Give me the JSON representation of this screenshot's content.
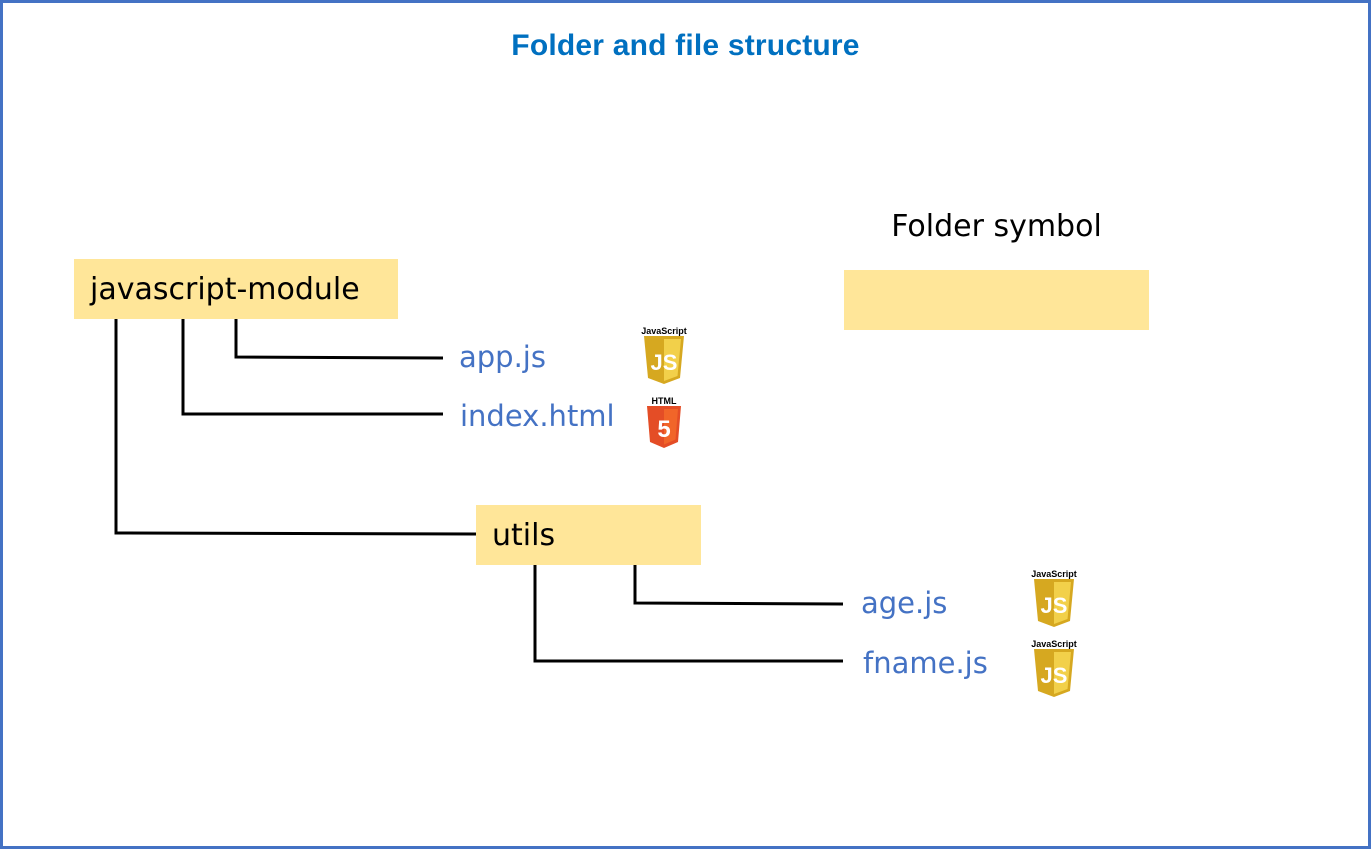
{
  "title": "Folder and file structure",
  "legend": {
    "label": "Folder symbol",
    "color": "#ffe699"
  },
  "colors": {
    "folder_fill": "#ffe699",
    "file_text": "#4472c4",
    "title": "#0070c0",
    "border": "#4472c4",
    "js_shield": "#e8c23a",
    "html_shield": "#e44d26"
  },
  "tree": {
    "root": "javascript-module",
    "files": [
      {
        "name": "app.js",
        "badge_label": "JavaScript",
        "badge_glyph": "JS",
        "icon": "javascript-icon"
      },
      {
        "name": "index.html",
        "badge_label": "HTML",
        "badge_glyph": "5",
        "icon": "html5-icon"
      }
    ],
    "subfolder": {
      "name": "utils",
      "files": [
        {
          "name": "age.js",
          "badge_label": "JavaScript",
          "badge_glyph": "JS",
          "icon": "javascript-icon"
        },
        {
          "name": "fname.js",
          "badge_label": "JavaScript",
          "badge_glyph": "JS",
          "icon": "javascript-icon"
        }
      ]
    }
  }
}
